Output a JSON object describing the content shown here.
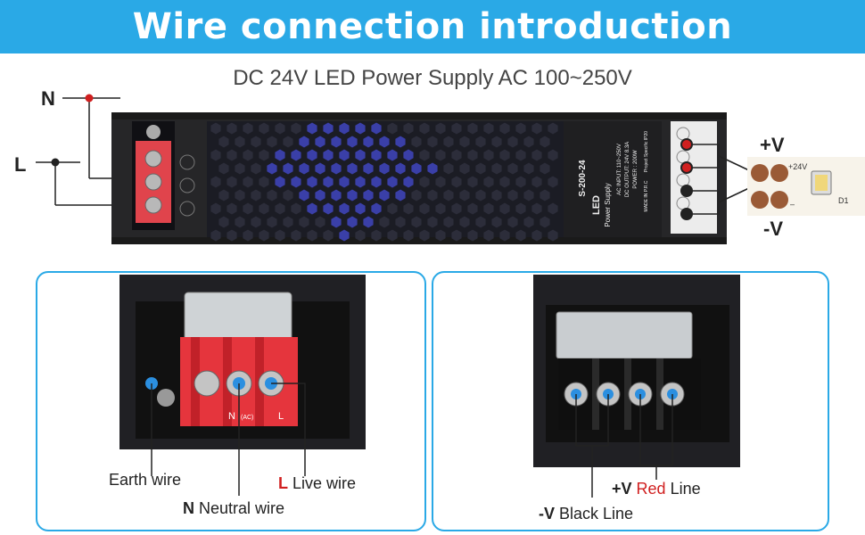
{
  "header": {
    "title": "Wire connection introduction"
  },
  "subtitle": "DC 24V LED Power Supply AC 100~250V",
  "top_diagram": {
    "input_labels": {
      "n": "N",
      "l": "L"
    },
    "output_labels": {
      "pos": "+V",
      "neg": "-V"
    },
    "device_label": {
      "model": "S-200-24",
      "brand": "LED",
      "product": "Power Supply",
      "ac_input": "AC INPUT: 110~250V",
      "dc_output": "DC OUTPUT: 24V 8.3A",
      "power": "POWER : 200W",
      "made_in": "MADE IN P.R.C",
      "project": "Project Specific IP20"
    },
    "strip": {
      "voltage": "+24V",
      "minus": "–",
      "diode": "D1"
    }
  },
  "left_panel": {
    "earth": "Earth wire",
    "neutral_letter": "N",
    "neutral_text": "Neutral wire",
    "live_letter": "L",
    "live_text": "Live wire",
    "terminal_marks": {
      "n": "N",
      "ac": "(AC)",
      "l": "L"
    }
  },
  "right_panel": {
    "pos_prefix": "+V",
    "pos_color_word": "Red",
    "pos_suffix": "Line",
    "neg_prefix": "-V",
    "neg_suffix": "Black Line"
  },
  "colors": {
    "accent": "#2aa9e6",
    "red": "#d01f1f",
    "dot": "#2b8fe0"
  }
}
